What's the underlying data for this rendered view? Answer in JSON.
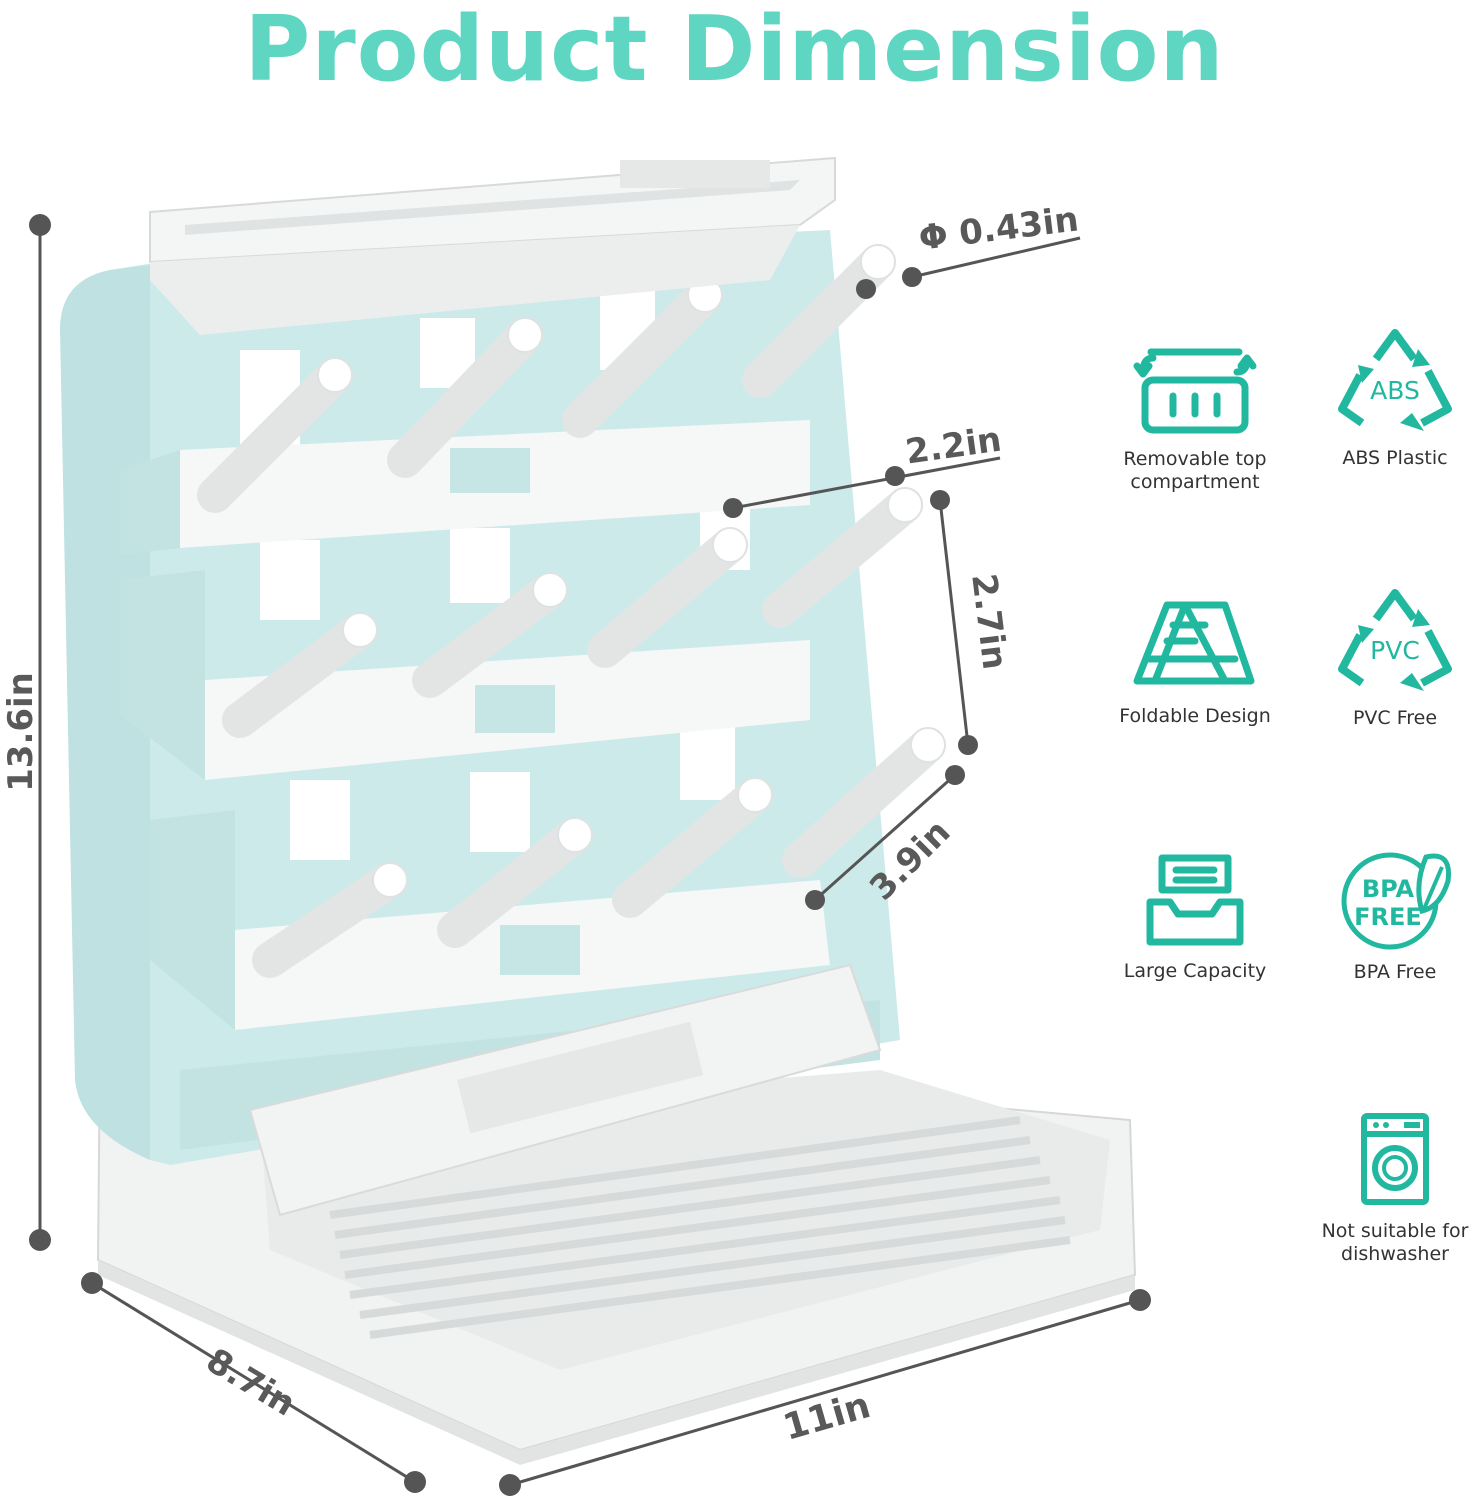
{
  "title": "Product Dimension",
  "colors": {
    "accent": "#5fd6c2",
    "icon": "#22b8a0",
    "rack": "#cfeaea",
    "rack_shadow": "#b9dcdc",
    "white_part": "#f3f4f4",
    "dimension": "#555555"
  },
  "dimensions": {
    "height": "13.6in",
    "depth": "8.7in",
    "width": "11in",
    "peg_diameter": "Φ 0.43in",
    "peg_spacing": "2.2in",
    "row_spacing": "2.7in",
    "peg_length": "3.9in"
  },
  "features": [
    {
      "icon": "removable-top-icon",
      "label": "Removable top compartment"
    },
    {
      "icon": "recycle-abs-icon",
      "label": "ABS Plastic",
      "badge": "ABS"
    },
    {
      "icon": "foldable-icon",
      "label": "Foldable Design"
    },
    {
      "icon": "recycle-pvc-icon",
      "label": "PVC Free",
      "badge": "PVC"
    },
    {
      "icon": "capacity-tray-icon",
      "label": "Large Capacity"
    },
    {
      "icon": "bpa-free-icon",
      "label": "BPA Free",
      "badge_top": "BPA",
      "badge_bottom": "FREE"
    },
    {
      "icon": "washing-machine-icon",
      "label": "Not suitable for dishwasher"
    }
  ]
}
